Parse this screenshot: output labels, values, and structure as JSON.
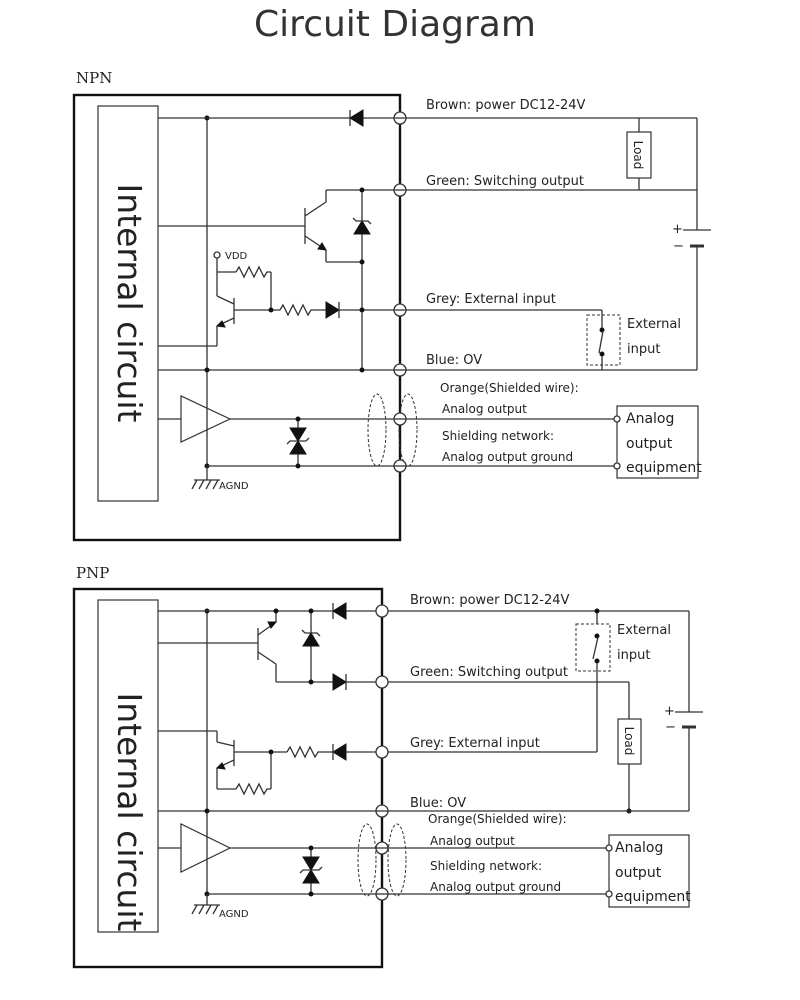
{
  "title": "Circuit Diagram",
  "npn": {
    "section_label": "NPN",
    "internal_circuit": "Internal circuit",
    "vdd": "VDD",
    "agnd": "AGND",
    "load": "Load",
    "polarity_plus": "+",
    "polarity_minus": "−",
    "wires": {
      "brown": "Brown: power DC12-24V",
      "green": "Green: Switching output",
      "grey": "Grey: External input",
      "blue": "Blue: OV",
      "orange_title": "Orange(Shielded wire):",
      "orange_sub": "Analog output",
      "shield_title": "Shielding network:",
      "shield_sub": "Analog output ground"
    },
    "external_input": [
      "External",
      "input"
    ],
    "analog_equipment": [
      "Analog",
      "output",
      "equipment"
    ]
  },
  "pnp": {
    "section_label": "PNP",
    "internal_circuit": "Internal circuit",
    "agnd": "AGND",
    "load": "Load",
    "polarity_plus": "+",
    "polarity_minus": "−",
    "wires": {
      "brown": "Brown: power DC12-24V",
      "green": "Green: Switching output",
      "grey": "Grey: External input",
      "blue": "Blue: OV",
      "orange_title": "Orange(Shielded wire):",
      "orange_sub": "Analog output",
      "shield_title": "Shielding network:",
      "shield_sub": "Analog output ground"
    },
    "external_input": [
      "External",
      "input"
    ],
    "analog_equipment": [
      "Analog",
      "output",
      "equipment"
    ]
  }
}
